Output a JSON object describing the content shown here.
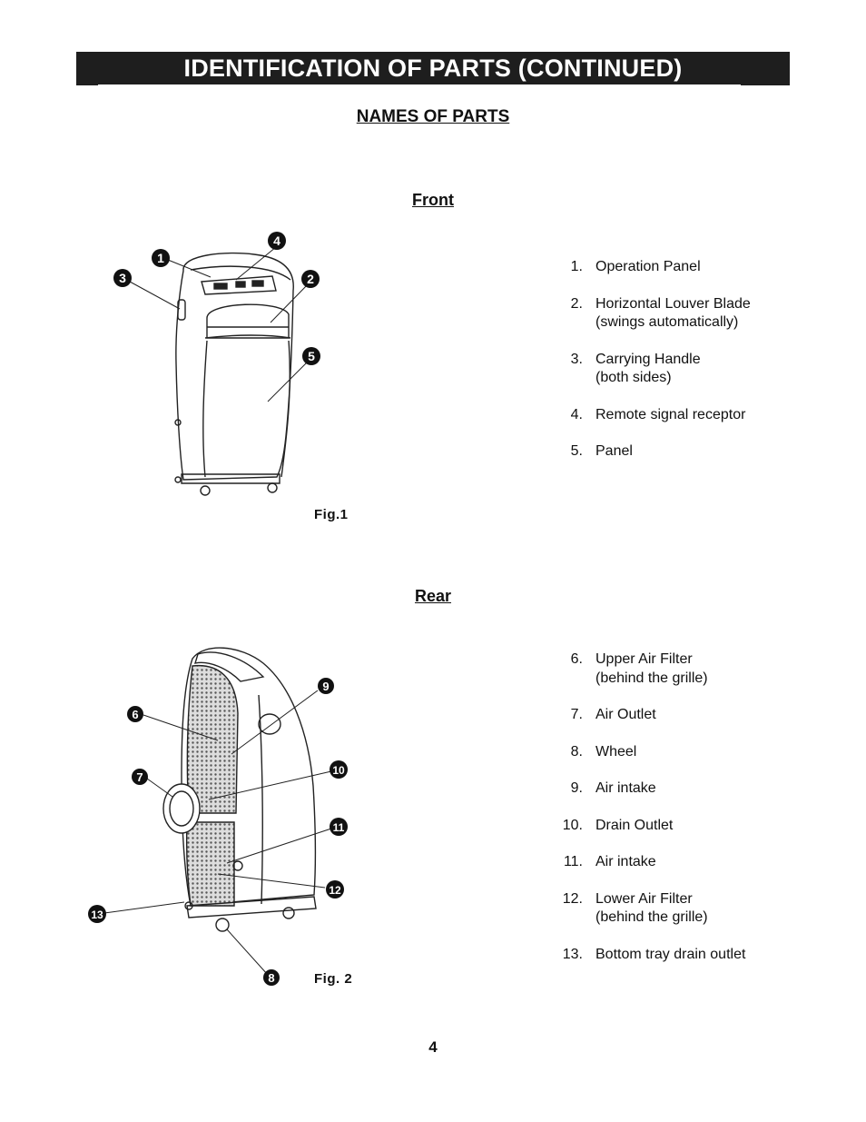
{
  "title": "IDENTIFICATION OF PARTS (CONTINUED)",
  "names_heading": "NAMES OF PARTS",
  "front": {
    "heading": "Front",
    "fig_caption": "Fig.1",
    "callouts": [
      "1",
      "2",
      "3",
      "4",
      "5"
    ],
    "parts": [
      {
        "num": "1.",
        "lines": [
          "Operation Panel"
        ]
      },
      {
        "num": "2.",
        "lines": [
          "Horizontal Louver Blade",
          "(swings automatically)"
        ]
      },
      {
        "num": "3.",
        "lines": [
          "Carrying Handle",
          "(both sides)"
        ]
      },
      {
        "num": "4.",
        "lines": [
          "Remote signal receptor"
        ]
      },
      {
        "num": "5.",
        "lines": [
          "Panel"
        ]
      }
    ]
  },
  "rear": {
    "heading": "Rear",
    "fig_caption": "Fig. 2",
    "callouts": [
      "6",
      "7",
      "8",
      "9",
      "10",
      "11",
      "12",
      "13"
    ],
    "parts": [
      {
        "num": "6.",
        "lines": [
          "Upper Air Filter",
          "(behind the grille)"
        ]
      },
      {
        "num": "7.",
        "lines": [
          "Air Outlet"
        ]
      },
      {
        "num": "8.",
        "lines": [
          "Wheel"
        ]
      },
      {
        "num": "9.",
        "lines": [
          "Air intake"
        ]
      },
      {
        "num": "10.",
        "lines": [
          "Drain Outlet"
        ]
      },
      {
        "num": "11.",
        "lines": [
          "Air intake"
        ]
      },
      {
        "num": "12.",
        "lines": [
          "Lower Air Filter",
          "(behind the grille)"
        ]
      },
      {
        "num": "13.",
        "lines": [
          "Bottom tray drain outlet"
        ]
      }
    ]
  },
  "page_number": "4"
}
